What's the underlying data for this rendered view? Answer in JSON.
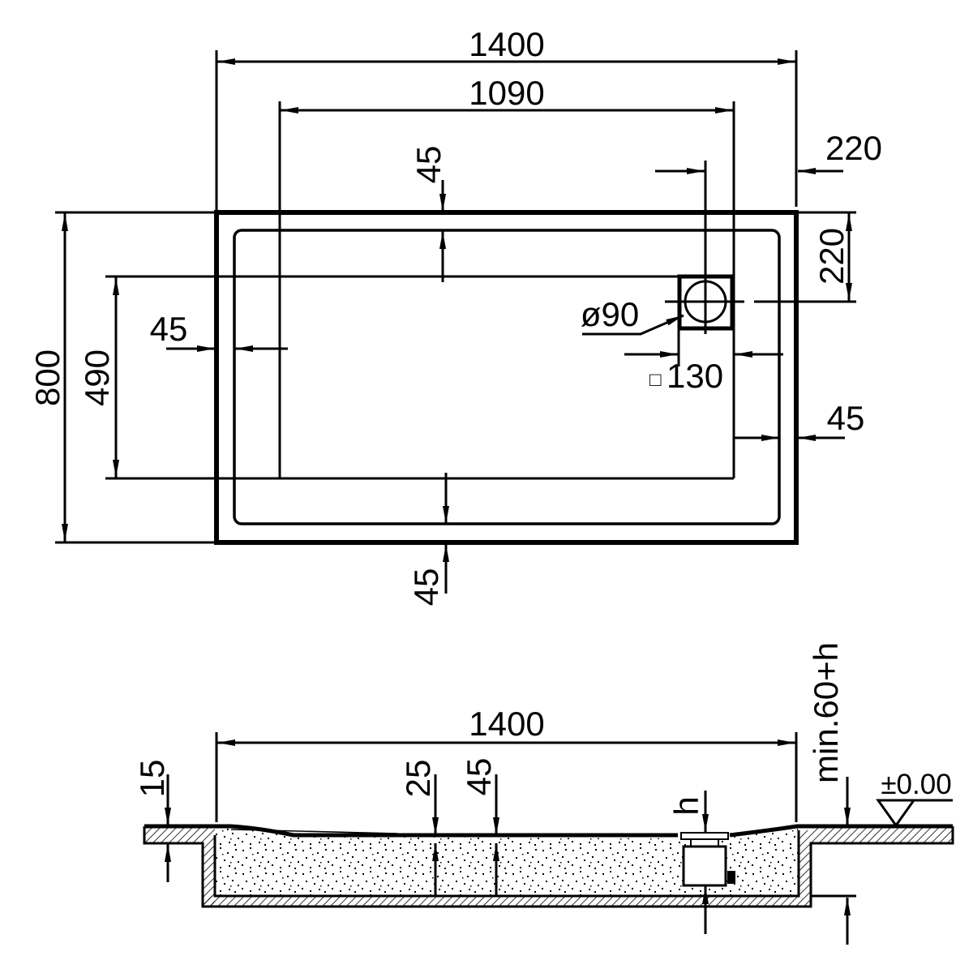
{
  "top_view": {
    "overall_length": "1400",
    "basin_length": "1090",
    "rim_top": "45",
    "drain_offset_horizontal": "220",
    "drain_offset_vertical": "220",
    "drain_diameter": "ø90",
    "drain_box_symbol": "□",
    "drain_box_size": "130",
    "rim_left": "45",
    "overall_width": "800",
    "basin_width": "490",
    "rim_right": "45",
    "rim_bottom": "45"
  },
  "section_view": {
    "overall_length": "1400",
    "rim_height": "15",
    "depth_inner": "25",
    "depth_outer": "45",
    "drain_height": "h",
    "pit_depth": "min.60+h",
    "floor_level": "±0.00"
  }
}
